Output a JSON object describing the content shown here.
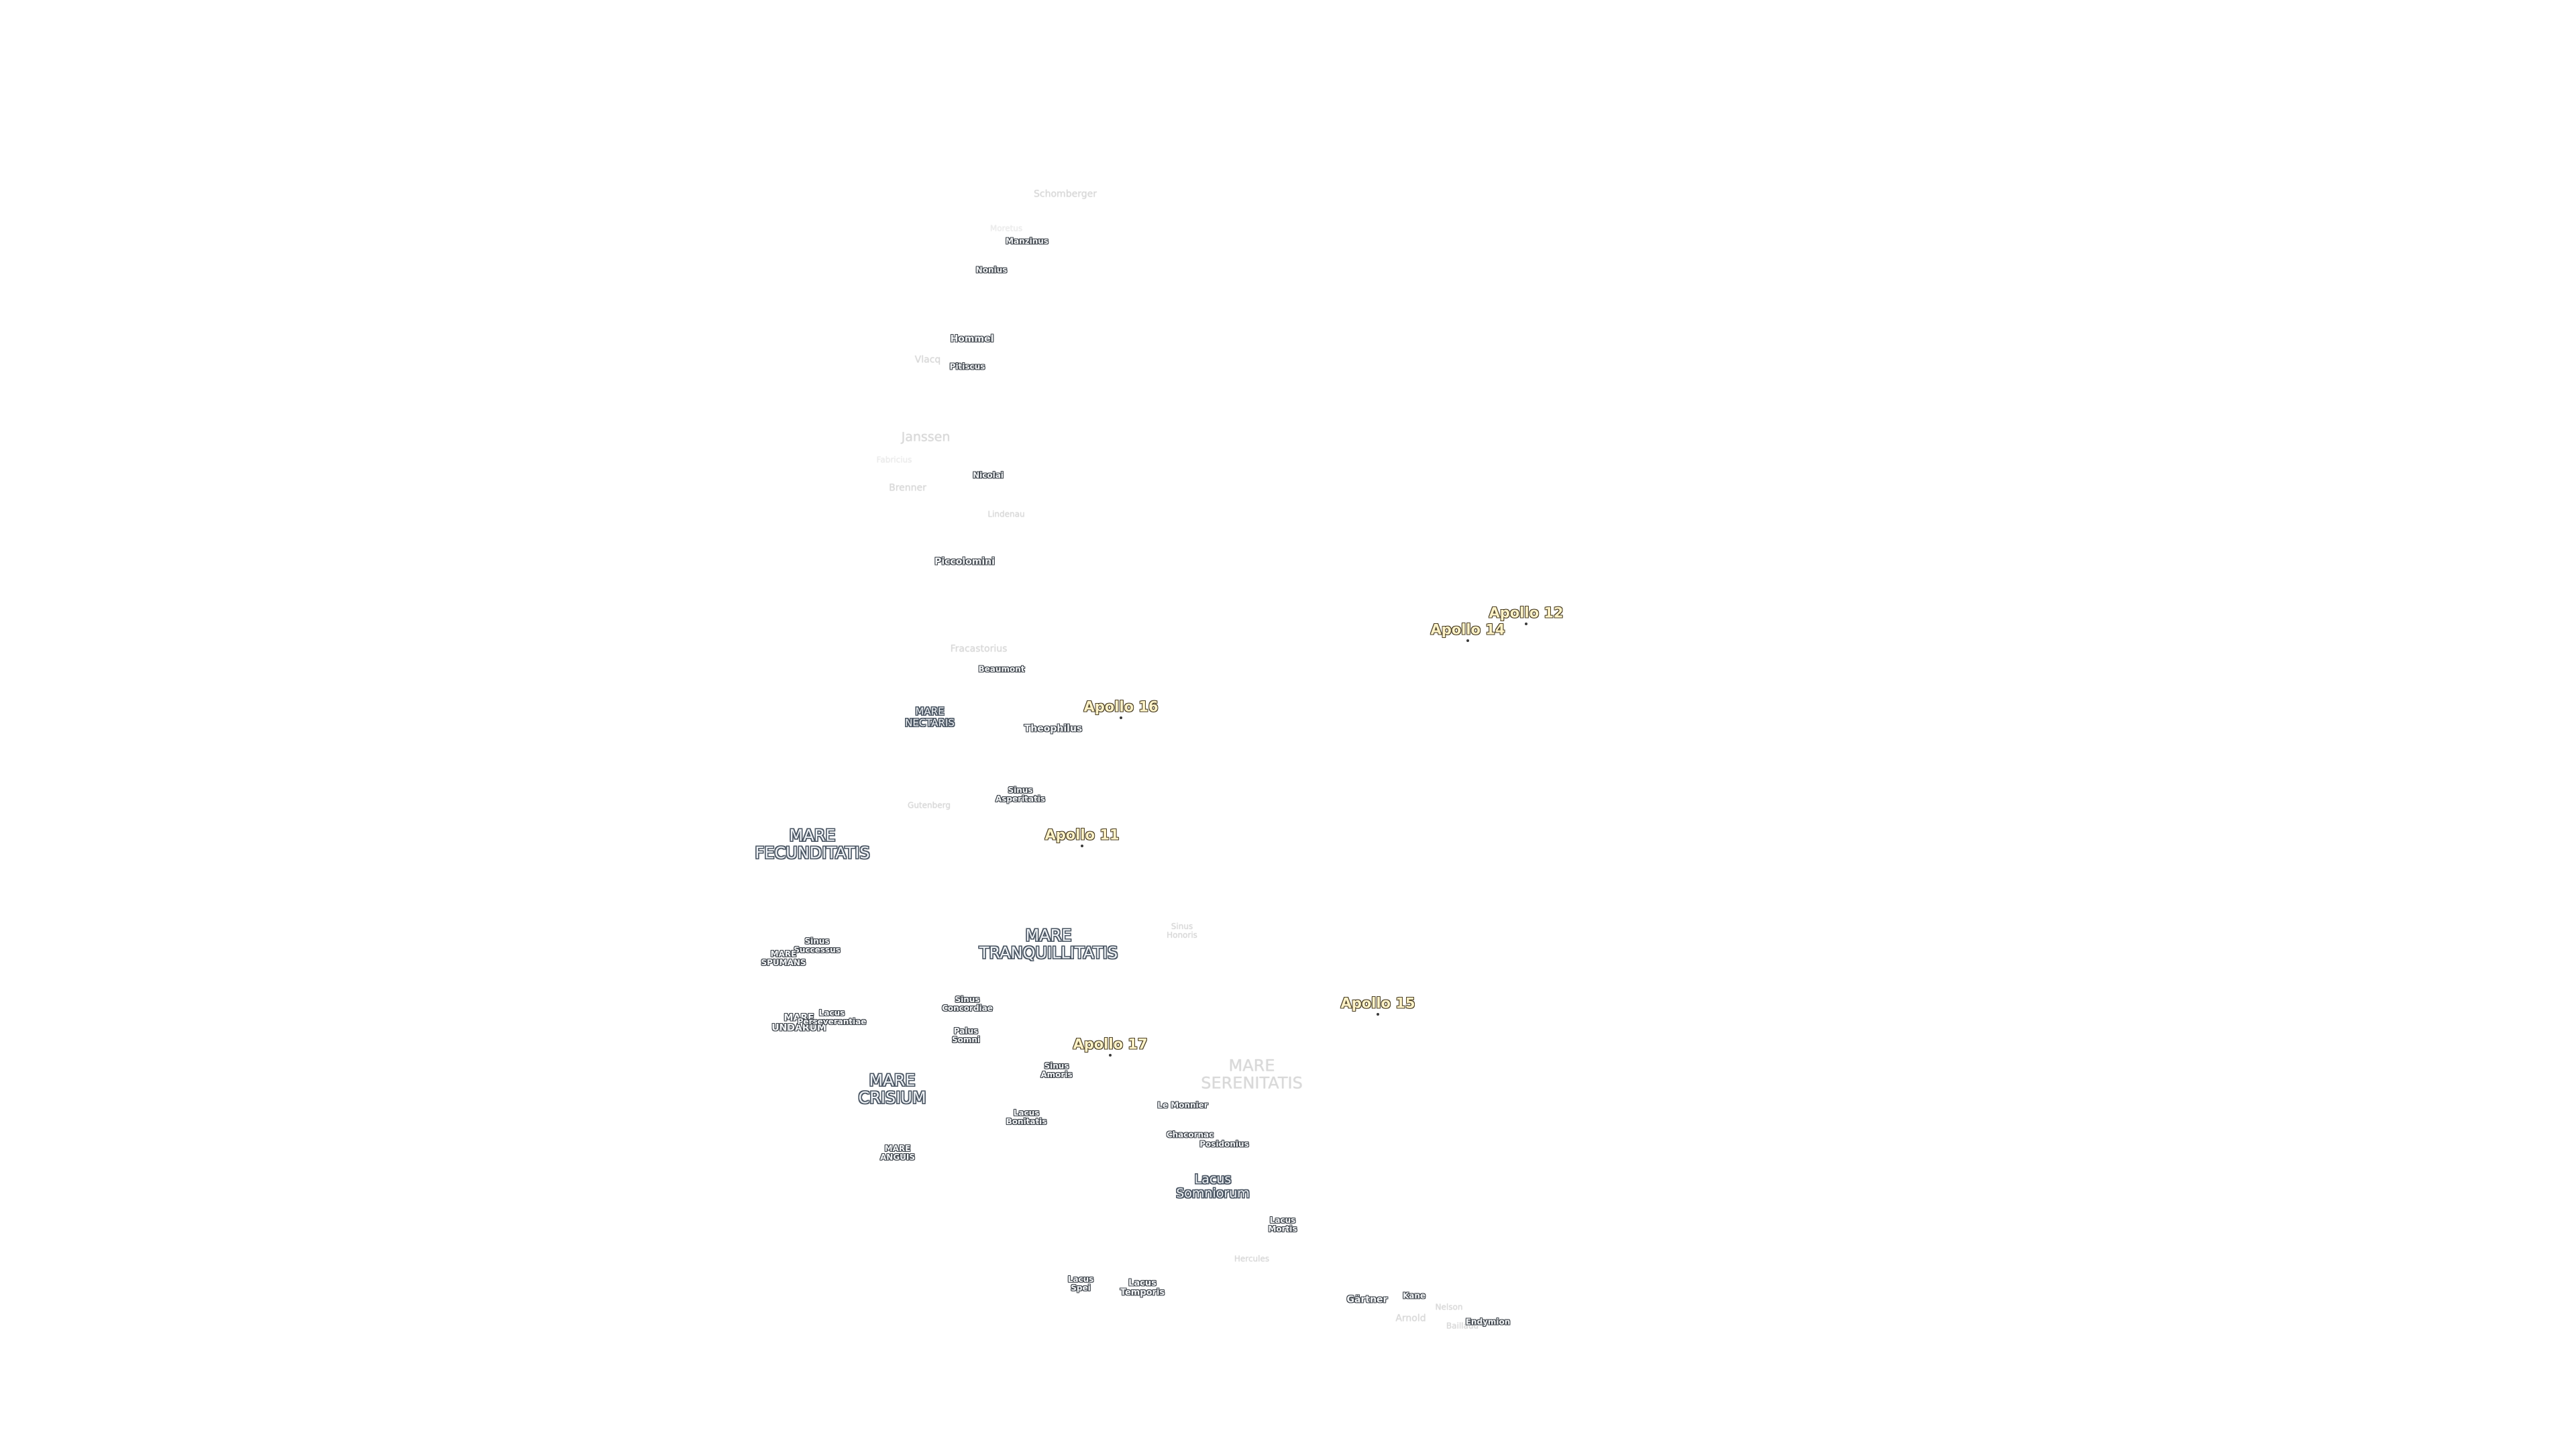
{
  "map": {
    "labels": [
      {
        "id": "schomberger",
        "text": "Schomberger",
        "kind": "crater",
        "tone": "faded"
      },
      {
        "id": "moretus",
        "text": "Moretus",
        "kind": "crater",
        "tone": "faded2"
      },
      {
        "id": "manzinus",
        "text": "Manzinus",
        "kind": "crater-sm",
        "tone": "normal"
      },
      {
        "id": "nonius",
        "text": "Nonius",
        "kind": "crater-sm",
        "tone": "normal"
      },
      {
        "id": "hommel",
        "text": "Hommel",
        "kind": "crater",
        "tone": "normal"
      },
      {
        "id": "vlacq",
        "text": "Vlacq",
        "kind": "crater",
        "tone": "faded"
      },
      {
        "id": "pitiscus",
        "text": "Pitiscus",
        "kind": "crater-sm",
        "tone": "normal"
      },
      {
        "id": "janssen",
        "text": "Janssen",
        "kind": "crater-lg",
        "tone": "faded"
      },
      {
        "id": "fabricius",
        "text": "Fabricius",
        "kind": "crater-sm",
        "tone": "faded2"
      },
      {
        "id": "nicolai",
        "text": "Nicolai",
        "kind": "crater-sm",
        "tone": "normal"
      },
      {
        "id": "brenner",
        "text": "Brenner",
        "kind": "crater",
        "tone": "faded"
      },
      {
        "id": "lindenau",
        "text": "Lindenau",
        "kind": "crater-sm",
        "tone": "faded"
      },
      {
        "id": "piccolomini",
        "text": "Piccolomini",
        "kind": "crater",
        "tone": "normal"
      },
      {
        "id": "fracastorius",
        "text": "Fracastorius",
        "kind": "crater",
        "tone": "faded"
      },
      {
        "id": "beaumont",
        "text": "Beaumont",
        "kind": "crater-sm",
        "tone": "normal"
      },
      {
        "id": "mare-nectaris",
        "text": "MARE\nNECTARIS",
        "kind": "mare-sm",
        "tone": "normal"
      },
      {
        "id": "theophilus",
        "text": "Theophilus",
        "kind": "crater",
        "tone": "normal"
      },
      {
        "id": "sinus-asperitatis",
        "text": "Sinus\nAsperitatis",
        "kind": "sinus",
        "tone": "normal"
      },
      {
        "id": "gutenberg",
        "text": "Gutenberg",
        "kind": "crater-sm",
        "tone": "faded"
      },
      {
        "id": "mare-fecunditatis",
        "text": "MARE\nFECUNDITATIS",
        "kind": "mare",
        "tone": "normal"
      },
      {
        "id": "mare-tranquillitatis",
        "text": "MARE\nTRANQUILLITATIS",
        "kind": "mare",
        "tone": "normal"
      },
      {
        "id": "sinus-honoris",
        "text": "Sinus\nHonoris",
        "kind": "sinus",
        "tone": "faded"
      },
      {
        "id": "sinus-successus",
        "text": "Sinus\nSuccessus",
        "kind": "sinus",
        "tone": "normal"
      },
      {
        "id": "mare-spumans",
        "text": "MARE\nSPUMANS",
        "kind": "sinus",
        "tone": "normal"
      },
      {
        "id": "sinus-concordiae",
        "text": "Sinus\nConcordiae",
        "kind": "sinus",
        "tone": "normal"
      },
      {
        "id": "mare-undarum",
        "text": "MARE\nUNDARUM",
        "kind": "sinus-lg",
        "tone": "normal"
      },
      {
        "id": "lacus-perseverantiae",
        "text": "Lacus\nPerseverantiae",
        "kind": "sinus",
        "tone": "normal"
      },
      {
        "id": "palus-somni",
        "text": "Palus\nSomni",
        "kind": "sinus",
        "tone": "normal"
      },
      {
        "id": "mare-serenitatis",
        "text": "MARE\nSERENITATIS",
        "kind": "mare",
        "tone": "faded"
      },
      {
        "id": "sinus-amoris",
        "text": "Sinus\nAmoris",
        "kind": "sinus",
        "tone": "normal"
      },
      {
        "id": "mare-crisium",
        "text": "MARE\nCRISIUM",
        "kind": "mare",
        "tone": "normal"
      },
      {
        "id": "le-monnier",
        "text": "Le Monnier",
        "kind": "crater-sm",
        "tone": "normal"
      },
      {
        "id": "lacus-bonitatis",
        "text": "Lacus\nBonitatis",
        "kind": "sinus",
        "tone": "normal"
      },
      {
        "id": "chacornac",
        "text": "Chacornac",
        "kind": "crater-sm",
        "tone": "normal"
      },
      {
        "id": "posidonius",
        "text": "Posidonius",
        "kind": "crater-sm",
        "tone": "normal"
      },
      {
        "id": "mare-anguis",
        "text": "MARE\nANGUIS",
        "kind": "sinus",
        "tone": "normal"
      },
      {
        "id": "lacus-somniorum",
        "text": "Lacus\nSomniorum",
        "kind": "mare-sm",
        "tone": "normal"
      },
      {
        "id": "lacus-mortis",
        "text": "Lacus\nMortis",
        "kind": "sinus",
        "tone": "normal"
      },
      {
        "id": "hercules",
        "text": "Hercules",
        "kind": "crater-sm",
        "tone": "faded"
      },
      {
        "id": "lacus-spei",
        "text": "Lacus\nSpei",
        "kind": "sinus",
        "tone": "normal"
      },
      {
        "id": "lacus-temporis",
        "text": "Lacus\nTemporis",
        "kind": "sinus",
        "tone": "normal"
      },
      {
        "id": "gartner",
        "text": "Gärtner",
        "kind": "crater",
        "tone": "normal"
      },
      {
        "id": "kane",
        "text": "Kane",
        "kind": "crater-sm",
        "tone": "normal"
      },
      {
        "id": "arnold",
        "text": "Arnold",
        "kind": "crater",
        "tone": "faded"
      },
      {
        "id": "nelson",
        "text": "Nelson",
        "kind": "crater-sm",
        "tone": "faded"
      },
      {
        "id": "baillaud",
        "text": "Baillaud",
        "kind": "crater-sm",
        "tone": "faded"
      },
      {
        "id": "endymion",
        "text": "Endymion",
        "kind": "crater-sm",
        "tone": "normal"
      }
    ],
    "apollo_sites": [
      {
        "id": "apollo-12",
        "text": "Apollo 12"
      },
      {
        "id": "apollo-14",
        "text": "Apollo 14"
      },
      {
        "id": "apollo-16",
        "text": "Apollo 16"
      },
      {
        "id": "apollo-11",
        "text": "Apollo 11"
      },
      {
        "id": "apollo-15",
        "text": "Apollo 15"
      },
      {
        "id": "apollo-17",
        "text": "Apollo 17"
      }
    ],
    "colors": {
      "background": "#ffffff",
      "label_fill": "#f4f6f8",
      "label_outline": "#3b4148",
      "apollo_fill": "#fff3c8",
      "apollo_outline": "#4a3f25"
    }
  }
}
